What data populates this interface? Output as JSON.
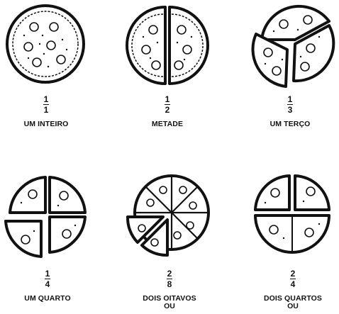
{
  "items": [
    {
      "numerator": "1",
      "denominator": "1",
      "caption": "UM INTEIRO",
      "extra": "",
      "slices": 1
    },
    {
      "numerator": "1",
      "denominator": "2",
      "caption": "METADE",
      "extra": "",
      "slices": 2
    },
    {
      "numerator": "1",
      "denominator": "3",
      "caption": "UM TERÇO",
      "extra": "",
      "slices": 3
    },
    {
      "numerator": "1",
      "denominator": "4",
      "caption": "UM QUARTO",
      "extra": "",
      "slices": 4
    },
    {
      "numerator": "2",
      "denominator": "8",
      "caption": "DOIS OITAVOS",
      "extra": "OU",
      "slices": 8
    },
    {
      "numerator": "2",
      "denominator": "4",
      "caption": "DOIS QUARTOS",
      "extra": "OU",
      "slices": 4
    }
  ]
}
